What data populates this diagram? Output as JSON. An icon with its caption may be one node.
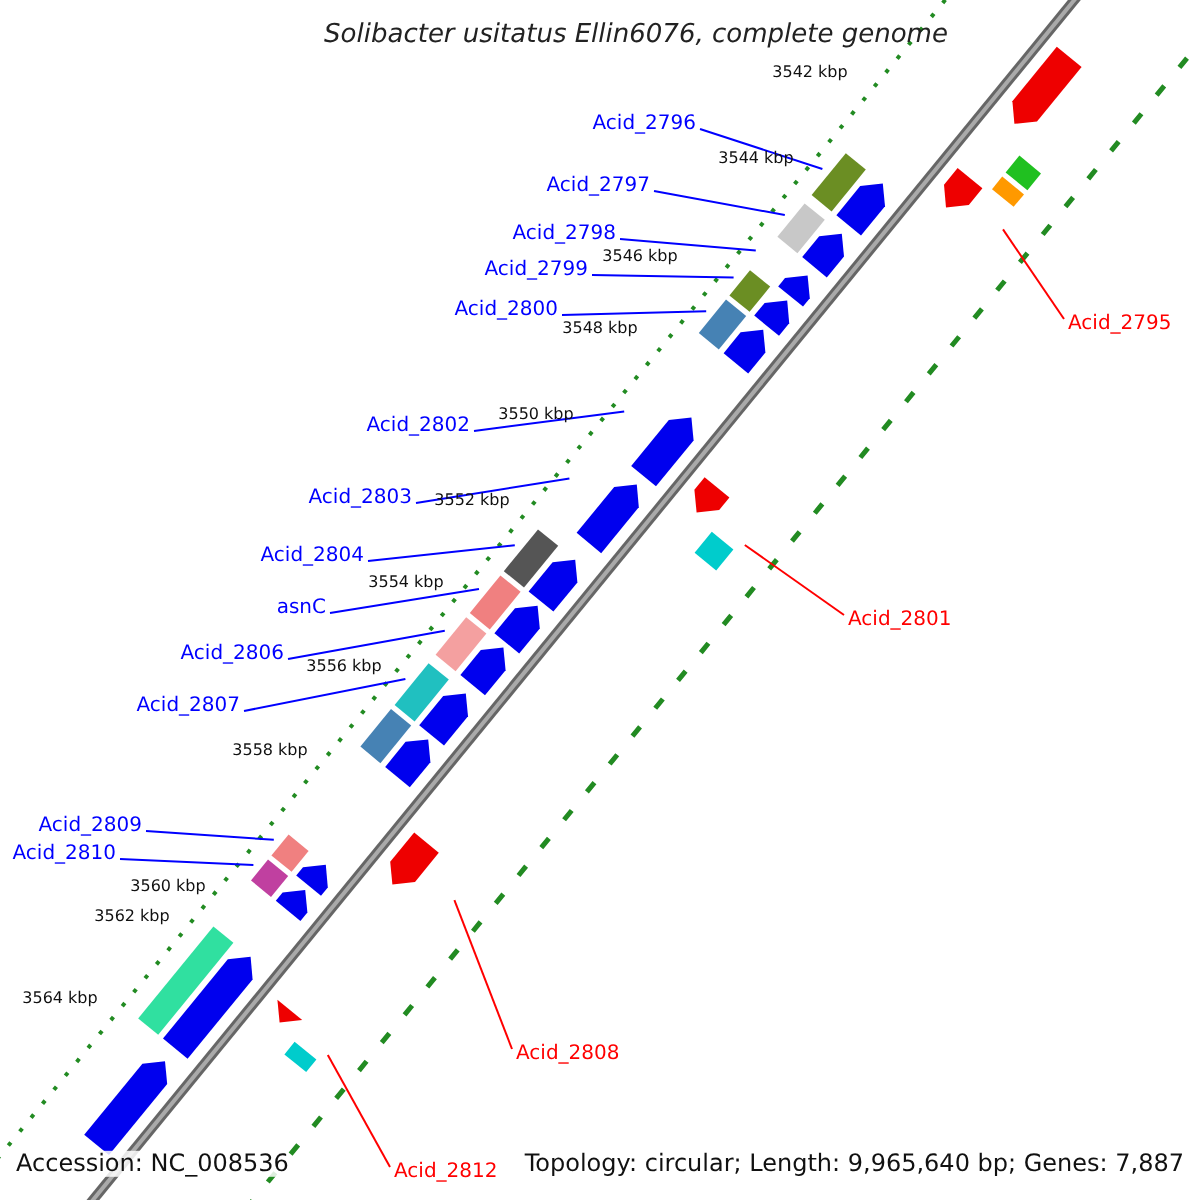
{
  "diagram": {
    "title": "Solibacter usitatus Ellin6076, complete genome",
    "nodes": [
      {
        "text": [
          "Acid_2796"
        ]
      },
      {
        "text": [
          "Acid_2797"
        ]
      },
      {
        "text": [
          "Acid_2798"
        ]
      },
      {
        "text": [
          "Acid_2799"
        ]
      },
      {
        "text": [
          "Acid_2800"
        ]
      },
      {
        "text": [
          "Acid_2795"
        ]
      },
      {
        "text": [
          "Acid_2802"
        ]
      },
      {
        "text": [
          "Acid_2803"
        ]
      },
      {
        "text": [
          "Acid_2804"
        ]
      },
      {
        "text": [
          "asnC"
        ]
      },
      {
        "text": [
          "Acid_2801"
        ]
      },
      {
        "text": [
          "Acid_2806"
        ]
      },
      {
        "text": [
          "Acid_2807"
        ]
      },
      {
        "text": [
          "Acid_2809"
        ]
      },
      {
        "text": [
          "Acid_2810"
        ]
      },
      {
        "text": [
          "Acid_2808"
        ]
      },
      {
        "text": [
          "Acid_2812"
        ]
      }
    ],
    "edges": [
      {
        "from": 0,
        "to": null,
        "arrow": "none"
      },
      {
        "from": 1,
        "to": null,
        "arrow": "none"
      },
      {
        "from": 2,
        "to": null,
        "arrow": "none"
      },
      {
        "from": 3,
        "to": null,
        "arrow": "none"
      },
      {
        "from": 4,
        "to": null,
        "arrow": "none"
      },
      {
        "from": 5,
        "to": null,
        "arrow": "none",
        "color": "#ff0000"
      },
      {
        "from": 6,
        "to": null,
        "arrow": "none"
      },
      {
        "from": 7,
        "to": null,
        "arrow": "none"
      },
      {
        "from": 8,
        "to": null,
        "arrow": "none"
      },
      {
        "from": 9,
        "to": null,
        "arrow": "none"
      },
      {
        "from": 10,
        "to": null,
        "arrow": "none",
        "color": "#ff0000"
      },
      {
        "from": 11,
        "to": null,
        "arrow": "none"
      },
      {
        "from": 12,
        "to": null,
        "arrow": "none"
      },
      {
        "from": 13,
        "to": null,
        "arrow": "none"
      },
      {
        "from": 14,
        "to": null,
        "arrow": "none"
      },
      {
        "from": 15,
        "to": null,
        "arrow": "none",
        "color": "#ff0000"
      },
      {
        "from": 16,
        "to": null,
        "arrow": "none",
        "color": "#ff0000"
      }
    ],
    "labels": [
      "3542 kbp",
      "3544 kbp",
      "3546 kbp",
      "3548 kbp",
      "3550 kbp",
      "3552 kbp",
      "3554 kbp",
      "3556 kbp",
      "3558 kbp",
      "3560 kbp",
      "3562 kbp",
      "3564 kbp",
      "Accession: NC_008536",
      "Topology: circular; Length: 9,965,640 bp; Genes: 7,887"
    ]
  }
}
